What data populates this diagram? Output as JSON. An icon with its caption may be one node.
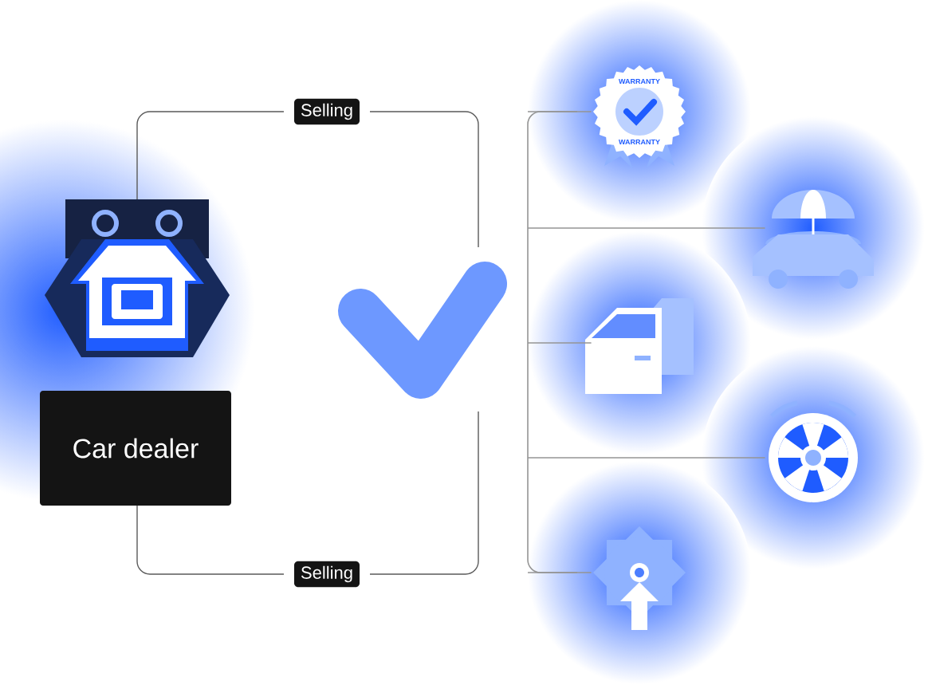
{
  "diagram": {
    "nodes": [
      {
        "text": [],
        "shape": "picture"
      },
      {
        "text": [
          "Car dealer"
        ]
      },
      {
        "text": [],
        "shape": "picture"
      },
      {
        "text": [],
        "shape": "picture"
      },
      {
        "text": [],
        "shape": "picture"
      },
      {
        "text": [],
        "shape": "picture"
      },
      {
        "text": [],
        "shape": "picture"
      }
    ],
    "edges": [
      {
        "from": null,
        "to": 2,
        "arrow": "none"
      },
      {
        "from": null,
        "to": 3,
        "arrow": "none"
      },
      {
        "from": null,
        "to": 4,
        "arrow": "none"
      },
      {
        "from": null,
        "to": 5,
        "arrow": "none"
      },
      {
        "from": null,
        "to": 6,
        "arrow": "none"
      }
    ],
    "labels": [
      "WARRANTY",
      "Selling",
      "WARRANTY",
      "Selling"
    ]
  }
}
